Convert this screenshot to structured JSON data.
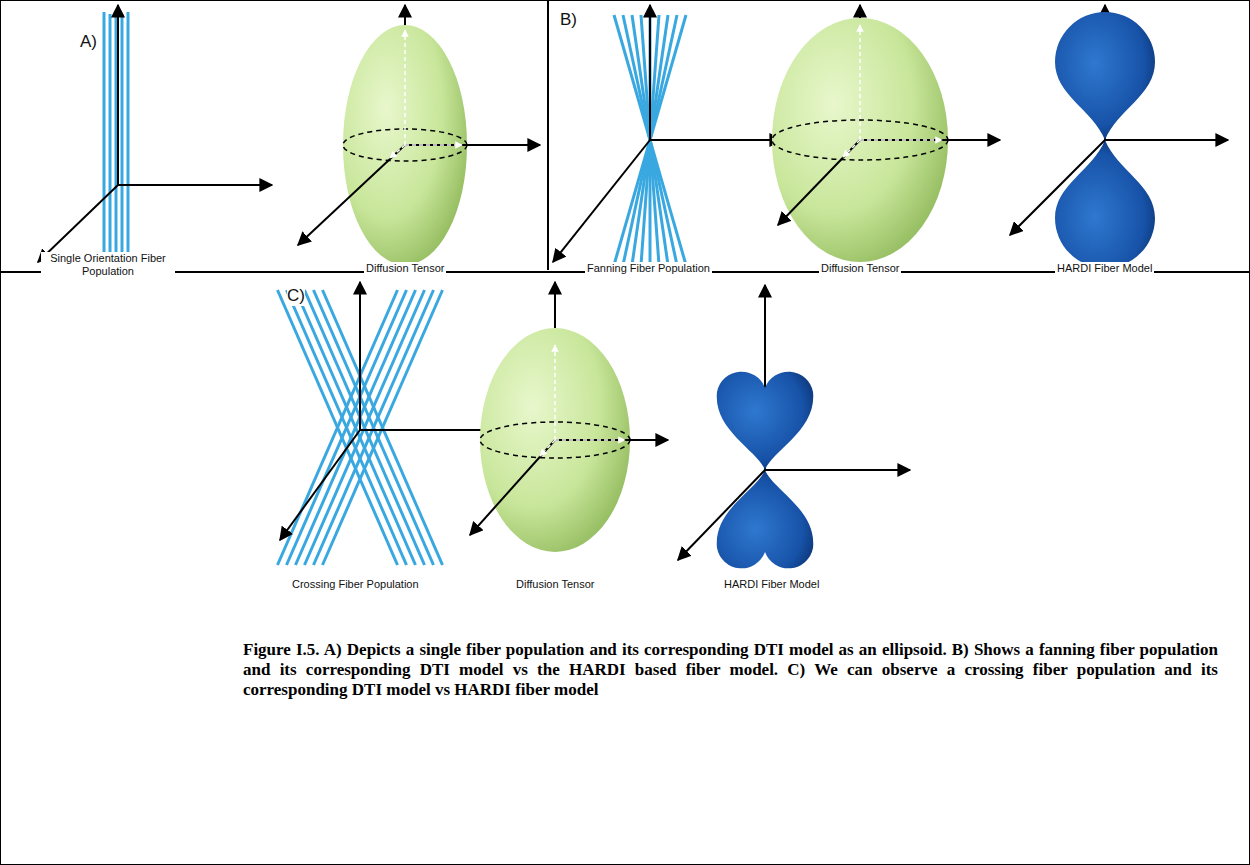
{
  "diagram": {
    "caption": "Figure I.5. A) Depicts a single fiber population and its corresponding DTI model as an ellipsoid. B) Shows a fanning fiber population and its corresponding DTI model vs the HARDI based fiber model. C) We can observe a crossing fiber population and its corresponding DTI model vs HARDI fiber model",
    "labels": [
      "A)",
      "Single Orientation Fiber Population",
      "Diffusion Tensor",
      "B)",
      "Fanning Fiber Population",
      "Diffusion Tensor",
      "HARDI Fiber Model",
      "C)",
      "Crossing Fiber Population",
      "Diffusion Tensor",
      "HARDI Fiber Model"
    ]
  }
}
